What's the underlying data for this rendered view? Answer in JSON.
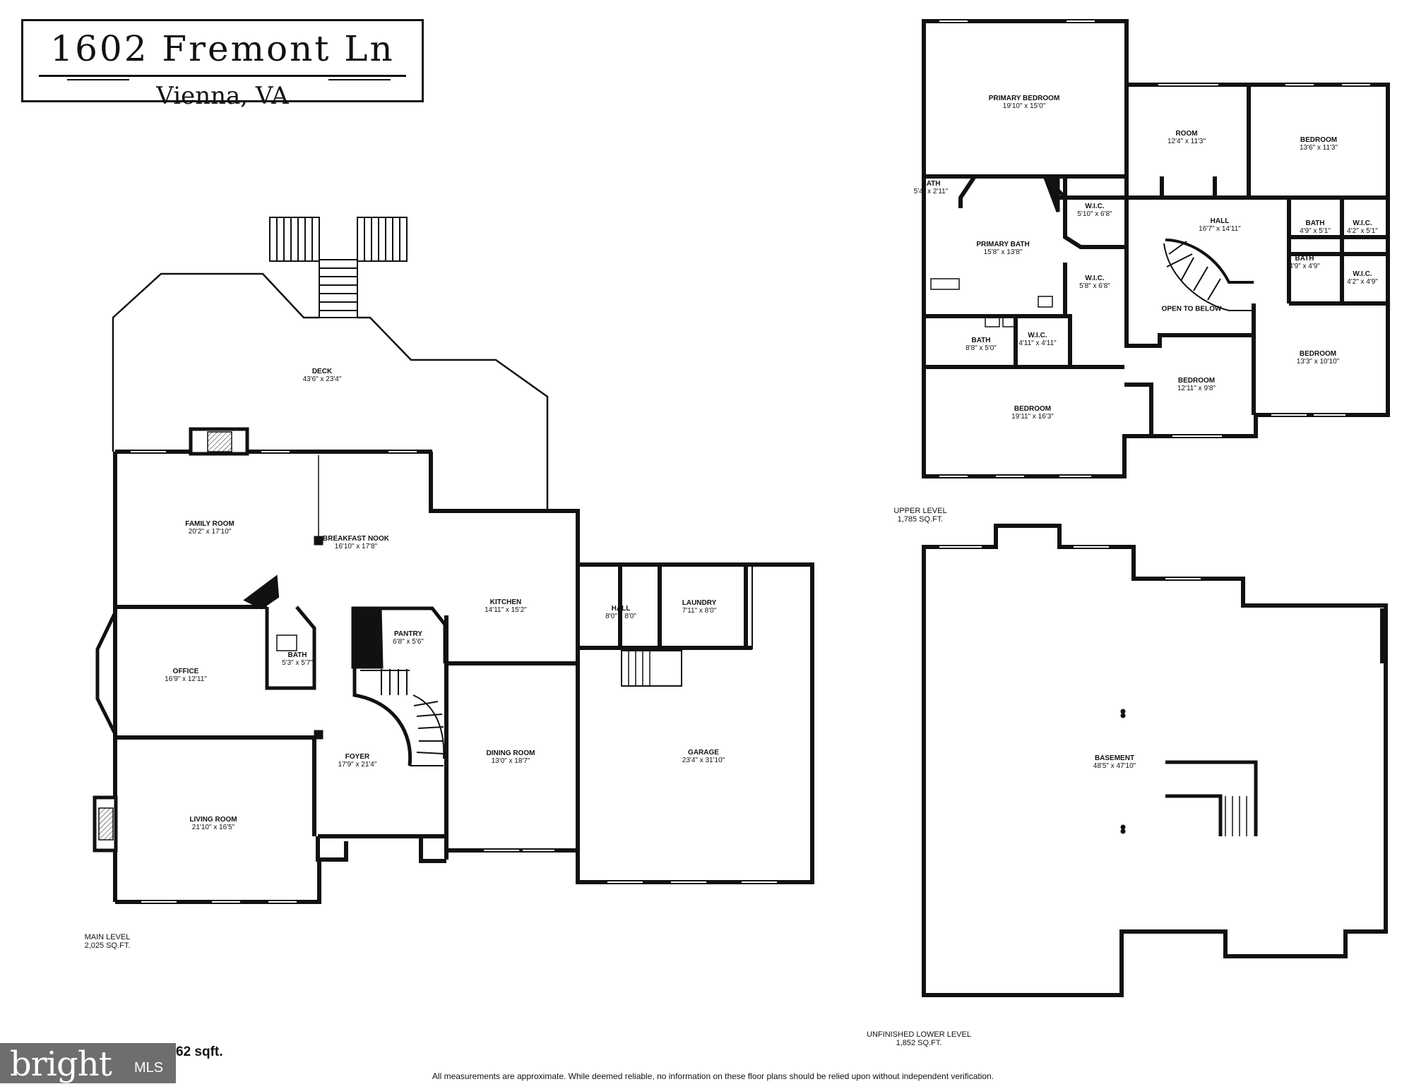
{
  "title": {
    "address": "1602 Fremont Ln",
    "city": "Vienna, VA"
  },
  "main_level": {
    "label": "MAIN LEVEL",
    "area": "2,025 SQ.FT.",
    "rooms": [
      {
        "name": "DECK",
        "dim": "43'6\" x 23'4\""
      },
      {
        "name": "FAMILY ROOM",
        "dim": "20'2\" x 17'10\""
      },
      {
        "name": "BREAKFAST NOOK",
        "dim": "16'10\" x 17'8\""
      },
      {
        "name": "KITCHEN",
        "dim": "14'11\" x 15'2\""
      },
      {
        "name": "HALL",
        "dim": "8'0\" x 8'0\""
      },
      {
        "name": "LAUNDRY",
        "dim": "7'11\" x 8'0\""
      },
      {
        "name": "PANTRY",
        "dim": "6'8\" x 5'6\""
      },
      {
        "name": "OFFICE",
        "dim": "16'9\" x 12'11\""
      },
      {
        "name": "BATH",
        "dim": "5'3\" x 5'7\""
      },
      {
        "name": "FOYER",
        "dim": "17'9\" x 21'4\""
      },
      {
        "name": "DINING ROOM",
        "dim": "13'0\" x 18'7\""
      },
      {
        "name": "GARAGE",
        "dim": "23'4\" x 31'10\""
      },
      {
        "name": "LIVING ROOM",
        "dim": "21'10\" x 16'5\""
      }
    ]
  },
  "upper_level": {
    "label": "UPPER LEVEL",
    "area": "1,785 SQ.FT.",
    "rooms": [
      {
        "name": "PRIMARY BEDROOM",
        "dim": "19'10\" x 15'0\""
      },
      {
        "name": "ROOM",
        "dim": "12'4\" x 11'3\""
      },
      {
        "name": "BEDROOM",
        "dim": "13'6\" x 11'3\""
      },
      {
        "name": "BATH",
        "dim": "5'4\" x 2'11\""
      },
      {
        "name": "W.I.C.",
        "dim": "5'10\" x 6'8\""
      },
      {
        "name": "HALL",
        "dim": "16'7\" x 14'11\""
      },
      {
        "name": "BATH",
        "dim": "4'9\" x 5'1\""
      },
      {
        "name": "W.I.C.",
        "dim": "4'2\" x 5'1\""
      },
      {
        "name": "PRIMARY BATH",
        "dim": "15'8\" x 13'8\""
      },
      {
        "name": "W.I.C.",
        "dim": "5'8\" x 6'8\""
      },
      {
        "name": "BATH",
        "dim": "4'9\" x 4'9\""
      },
      {
        "name": "W.I.C.",
        "dim": "4'2\" x 4'9\""
      },
      {
        "name": "OPEN TO BELOW",
        "dim": ""
      },
      {
        "name": "BATH",
        "dim": "8'8\" x 5'0\""
      },
      {
        "name": "W.I.C.",
        "dim": "4'11\" x 4'11\""
      },
      {
        "name": "BEDROOM",
        "dim": "13'3\" x 10'10\""
      },
      {
        "name": "BEDROOM",
        "dim": "12'11\" x 9'8\""
      },
      {
        "name": "BEDROOM",
        "dim": "19'11\" x 16'3\""
      }
    ]
  },
  "lower_level": {
    "label": "UNFINISHED LOWER LEVEL",
    "area": "1,852 SQ.FT.",
    "rooms": [
      {
        "name": "BASEMENT",
        "dim": "48'5\" x 47'10\""
      }
    ]
  },
  "footer": {
    "disclaimer": "All measurements are approximate. While deemed reliable, no information on these floor plans should be relied upon without independent verification.",
    "badge_brand": "bright",
    "badge_sub": "MLS",
    "total_fragment": "62 sqft."
  },
  "colors": {
    "wall": "#111111",
    "badge": "#6e6e70"
  }
}
